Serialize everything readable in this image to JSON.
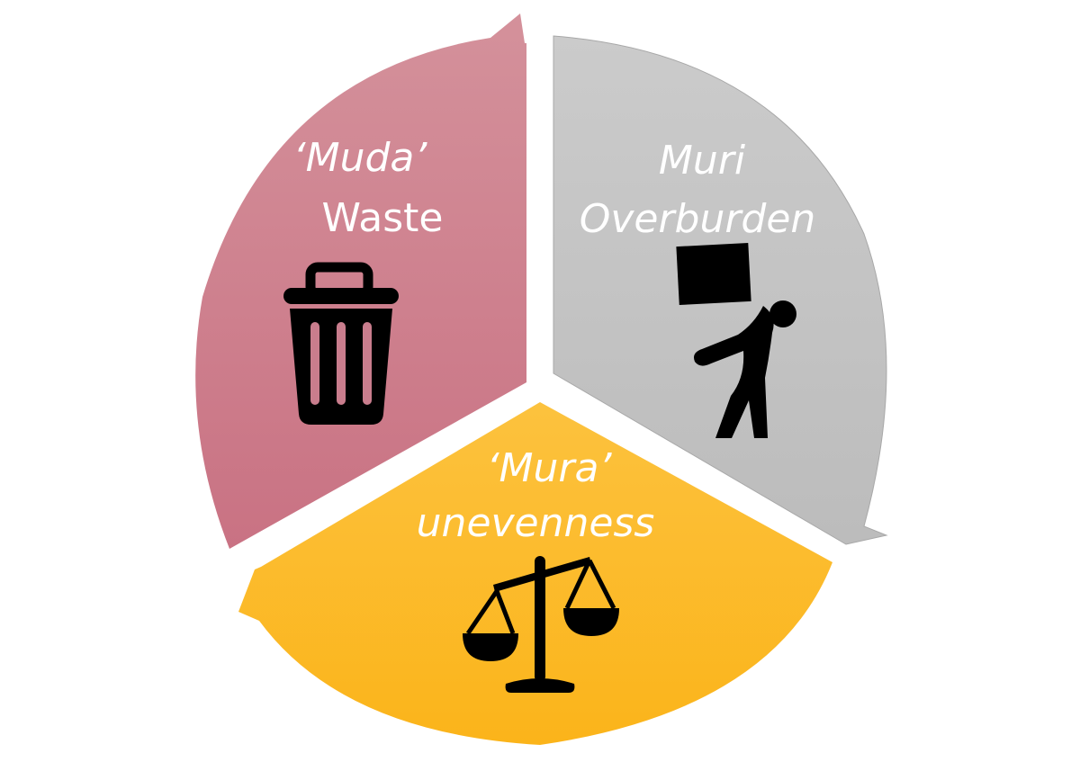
{
  "diagram": {
    "title": "",
    "segments": [
      {
        "id": "muda",
        "line1": "‘Muda’",
        "line2": "Waste",
        "icon": "trash-can-icon",
        "color_top": "#d4919b",
        "color_bottom": "#c97283"
      },
      {
        "id": "muri",
        "line1": "Muri",
        "line2": "Overburden",
        "icon": "person-carrying-box-icon",
        "color_top": "#c8c8c8",
        "color_bottom": "#bdbdbd"
      },
      {
        "id": "mura",
        "line1": "‘Mura’",
        "line2": "unevenness",
        "icon": "balance-scale-icon",
        "color_top": "#fcc13a",
        "color_bottom": "#fbb61e"
      }
    ]
  }
}
